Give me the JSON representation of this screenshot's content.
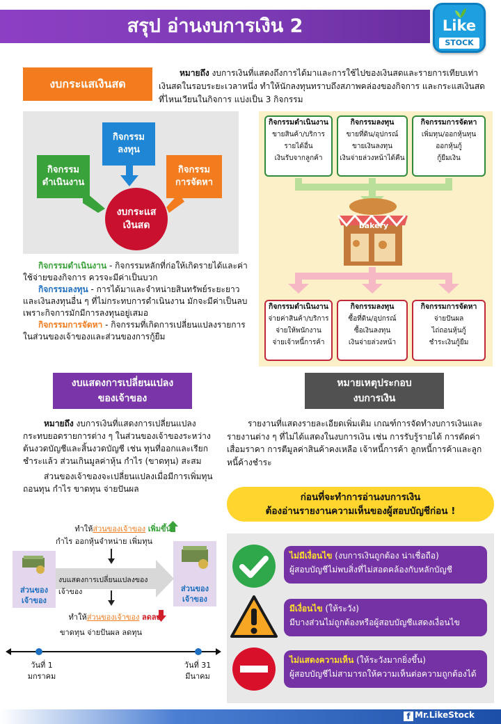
{
  "header": {
    "title": "สรุป อ่านงบการเงิน 2",
    "logo": {
      "line1": "Like",
      "line2": "STOCK",
      "icon": "leaf-icon"
    }
  },
  "cash_flow": {
    "label": "งบกระแสเงินสด",
    "desc_bold": "หมายถึง",
    "desc": " งบการเงินที่แสดงถึงการได้มาและการใช้ไปของเงินสดและรายการเทียบเท่าเงินสดในรอบระยะเวลาหนึ่ง ทำให้นักลงทุนทราบถึงสภาพคล่องของกิจการ และกระแสเงินสดที่ไหนเวียนในกิจการ แบ่งเป็น 3 กิจกรรม",
    "diagram": {
      "operating": "กิจกรรมดำเนินงาน",
      "investing": "กิจกรรมลงทุน",
      "financing": "กิจกรรมการจัดหา",
      "center": "งบกระแสเงินสด",
      "colors": {
        "operating": "#3aa23a",
        "investing": "#1f86d6",
        "financing": "#f27c1e",
        "center": "#c9102e"
      }
    },
    "definitions": [
      {
        "term": "กิจกรรมดำเนินงาน",
        "text": " - กิจกรรมหลักที่ก่อให้เกิดรายได้และค่าใช้จ่ายของกิจการ ควรจะมีค่าเป็นบวก"
      },
      {
        "term": "กิจกรรมลงทุน",
        "text": " - การได้มาและจำหน่ายสินทรัพย์ระยะยาวและเงินลงทุนอื่น ๆ ที่ไม่กระทบการดำเนินงาน มักจะมีค่าเป็นลบ เพราะกิจการมักมีการลงทุนอยู่เสมอ"
      },
      {
        "term": "กิจกรรมการจัดหา",
        "text": " - กิจกรรมที่เกิดการเปลี่ยนแปลงรายการในส่วนของเจ้าของและส่วนของการกู้ยืม"
      }
    ],
    "inflows": [
      {
        "title": "กิจกรรมดำเนินงาน",
        "items": [
          "ขายสินค้า/บริการ",
          "รายได้อื่น",
          "เงินรับจากลูกค้า"
        ]
      },
      {
        "title": "กิจกรรมลงทุน",
        "items": [
          "ขายที่ดิน/อุปกรณ์",
          "ขายเงินลงทุน",
          "เงินจ่ายล่วงหน้าได้คืน"
        ]
      },
      {
        "title": "กิจกรรมการจัดหา",
        "items": [
          "เพิ่มทุน/ออกหุ้นทุน",
          "ออกหุ้นกู้",
          "กู้ยืมเงิน"
        ]
      }
    ],
    "bakery_sign": "bakery",
    "outflows": [
      {
        "title": "กิจกรรมดำเนินงาน",
        "items": [
          "จ่ายค่าสินค้า/บริการ",
          "จ่ายให้พนักงาน",
          "จ่ายเจ้าหนี้การค้า"
        ]
      },
      {
        "title": "กิจกรรมลงทุน",
        "items": [
          "ซื้อที่ดิน/อุปกรณ์",
          "ซื้อเงินลงทุน",
          "เงินจ่ายล่วงหน้า"
        ]
      },
      {
        "title": "กิจกรรมการจัดหา",
        "items": [
          "จ่ายปันผล",
          "ไถ่ถอนหุ้นกู้",
          "ชำระเงินกู้ยืม"
        ]
      }
    ]
  },
  "equity": {
    "label_line1": "งบแสดงการเปลี่ยนแปลง",
    "label_line2": "ของเจ้าของ",
    "desc_bold": "หมายถึง",
    "desc": " งบการเงินที่แสดงการเปลี่ยนแปลงกระทบยอดรายการต่าง ๆ ในส่วนของเจ้าของระหว่างต้นงวดบัญชีและสิ้นงวดบัญชี เช่น ทุนที่ออกและเรียกชำระแล้ว ส่วนเกินมูลค่าหุ้น กำไร (ขาดทุน) สะสม",
    "desc2": "ส่วนของเจ้าของจะเปลี่ยนแปลงเมื่อมีการเพิ่มทุน ถอนทุน กำไร ขาดทุน จ่ายปันผล",
    "diagram": {
      "increase_prefix": "ทำให้",
      "increase_link": "ส่วนของเจ้าของ",
      "increase_word": "เพิ่มขึ้น",
      "increase_causes": "กำไร ออกหุ้นจำหน่าย เพิ่มทุน",
      "decrease_prefix": "ทำให้",
      "decrease_link": "ส่วนของเจ้าของ",
      "decrease_word": "ลดลง",
      "decrease_causes": "ขาดทุน จ่ายปันผล ลดทุน",
      "left_box": "ส่วนของเจ้าของ",
      "right_box": "ส่วนของเจ้าของ",
      "arrow_label": "งบแสดงการเปลี่ยนแปลงของเจ้าของ",
      "start_date_1": "วันที่ 1",
      "start_date_2": "มกราคม",
      "end_date_1": "วันที่ 31",
      "end_date_2": "มีนาคม"
    }
  },
  "notes": {
    "label_line1": "หมายเหตุประกอบ",
    "label_line2": "งบการเงิน",
    "desc": "รายงานที่แสดงรายละเอียดเพิ่มเติม เกณฑ์การจัดทำงบการเงินและรายงานต่าง ๆ ที่ไม่ได้แสดงในงบการเงิน เช่น การรับรู้รายได้ การตัดค่าเสื่อมราคา การตีมูลค่าสินค้าคงเหลือ เจ้าหนี้การค้า ลูกหนี้การค้าและลูกหนี้ค้างชำระ"
  },
  "audit": {
    "banner_line1": "ก่อนที่จะทำการอ่านงบการเงิน",
    "banner_line2": "ต้องอ่านรายงานความเห็นของผู้สอบบัญชีก่อน !",
    "opinions": [
      {
        "icon": "check-icon",
        "title": "ไม่มีเงื่อนไข",
        "note": " (งบการเงินถูกต้อง น่าเชื่อถือ)",
        "desc": "ผู้สอบบัญชีไม่พบสิ่งที่ไม่สอดคล้องกับหลักบัญชี"
      },
      {
        "icon": "warning-icon",
        "title": "มีเงื่อนไข",
        "note": " (ให้ระวัง)",
        "desc": "มีบางส่วนไม่ถูกต้องหรือผู้สอบบัญชีแสดงเงื่อนไข"
      },
      {
        "icon": "no-entry-icon",
        "title": "ไม่แสดงความเห็น",
        "note": " (ให้ระวังมากยิ่งขึ้น)",
        "desc": "ผู้สอบบัญชีไม่สามารถให้ความเห็นต่อความถูกต้องได้"
      }
    ]
  },
  "footer": {
    "facebook_icon": "f",
    "name": "Mr.LikeStock"
  }
}
